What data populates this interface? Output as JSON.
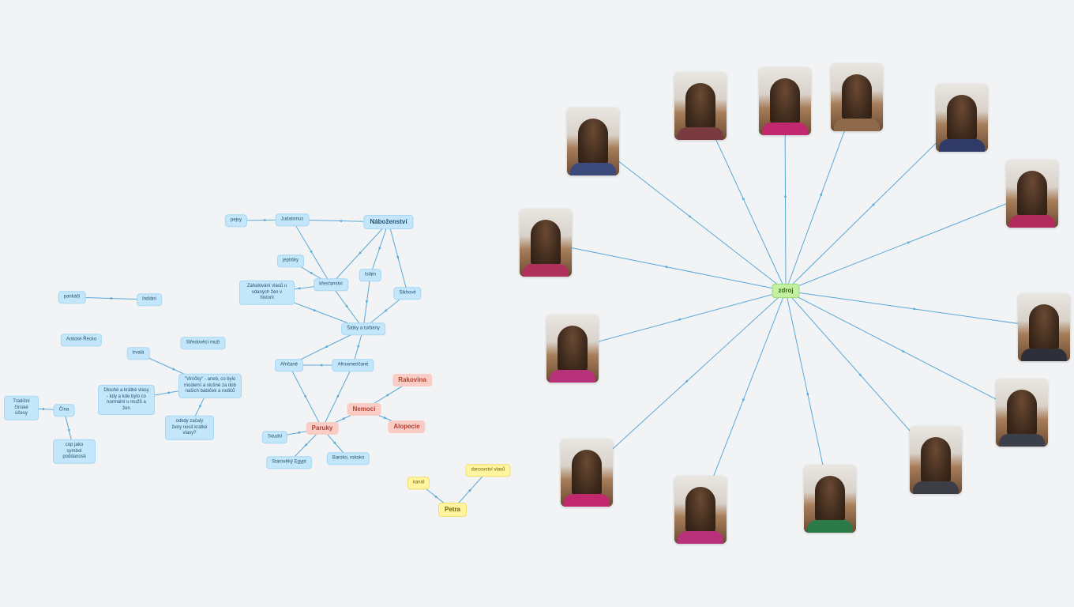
{
  "colors": {
    "edge": "#5aa9d6",
    "blue_node": "#c4e6fa",
    "red_node": "#f9ccc5",
    "yellow_node": "#fff5a1",
    "green_node": "#c4f0a4"
  },
  "mindmap": {
    "nabozenstvi": "Náboženství",
    "judaismus": "Judaismus",
    "pejsy": "pejsy",
    "jeptisky": "jeptišky",
    "krestanstvi": "křesťanství",
    "islam": "Islám",
    "sikhove": "Sikhové",
    "zahalovani": "Zahalování vlasů u vdaných žen v historii",
    "satky": "Šátky a turbany",
    "africane": "Afričané",
    "afroamericane": "Afroameričané",
    "rakovina": "Rakovina",
    "nemoci": "Nemoci",
    "alopecie": "Alopecie",
    "paruky": "Paruky",
    "soudci": "Soudci",
    "starovekey_egypt": "Starověký Egypt",
    "baroko": "Baroko, rokoko",
    "pankaci": "pankáči",
    "indiani": "Indiáni",
    "anticke_recko": "Antické Řecko",
    "stredoveci_muzi": "Středověcí muži",
    "trvala": "trvalá",
    "vlnicky": "\"Vlníčky\" - aneb, co bylo moderní a slušné za dob našich babiček a rodičů",
    "dlouhe_kratke": "Dlouhé a krátké vlasy - kdy a kde bylo co normální u mužů a žen",
    "odkdy": "odkdy začaly ženy nosit krátké vlasy?",
    "tradicni": "Tradiční čínské účesy",
    "cina": "Čína",
    "cop": "cop jako symbol poddanosti",
    "kanal": "kanál",
    "darcovstvi": "dorcovství vlasů",
    "petra": "Petra",
    "zdroj": "zdroj"
  },
  "photos": [
    {
      "name": "photo-hairstyle-1",
      "shirt": "#3b4a7a"
    },
    {
      "name": "photo-hairstyle-2",
      "shirt": "#7a3b40"
    },
    {
      "name": "photo-hairstyle-3",
      "shirt": "#c2286e"
    },
    {
      "name": "photo-hairstyle-4",
      "shirt": "#8e6a4a"
    },
    {
      "name": "photo-hairstyle-5",
      "shirt": "#2f3a66"
    },
    {
      "name": "photo-hairstyle-6",
      "shirt": "#b02a5c"
    },
    {
      "name": "photo-hairstyle-7",
      "shirt": "#2f2f3a"
    },
    {
      "name": "photo-hairstyle-8",
      "shirt": "#3a3f4a"
    },
    {
      "name": "photo-hairstyle-9",
      "shirt": "#3d3d45"
    },
    {
      "name": "photo-hairstyle-10",
      "shirt": "#2b7a48"
    },
    {
      "name": "photo-hairstyle-11",
      "shirt": "#b8327a"
    },
    {
      "name": "photo-hairstyle-12",
      "shirt": "#c2286e"
    },
    {
      "name": "photo-hairstyle-13",
      "shirt": "#b8327a"
    },
    {
      "name": "photo-hairstyle-14",
      "shirt": "#b0305c"
    },
    {
      "name": "photo-hairstyle-15",
      "shirt": "#3a3f4a"
    }
  ]
}
